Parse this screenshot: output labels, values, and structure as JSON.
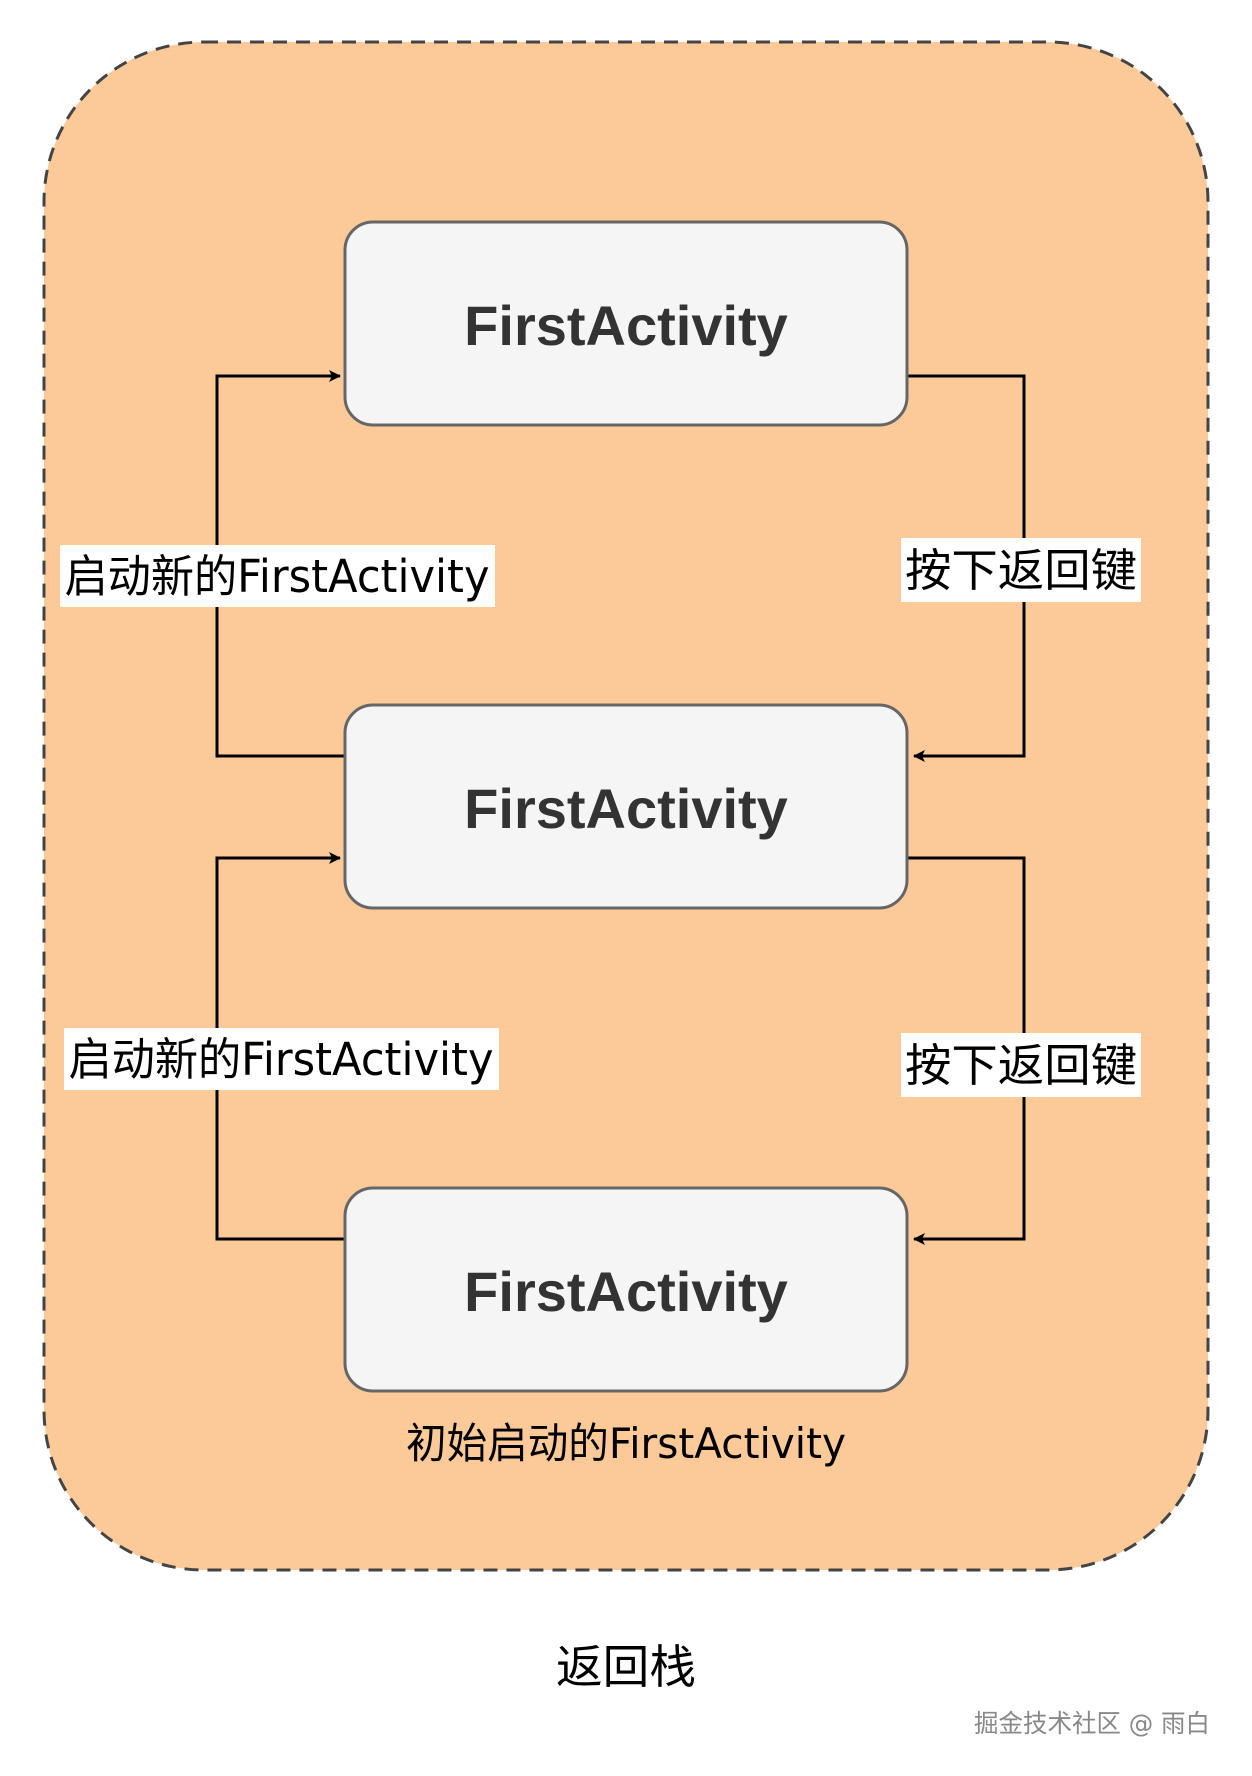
{
  "diagram": {
    "container": {
      "caption": "初始启动的FirstActivity"
    },
    "boxes": [
      {
        "label": "FirstActivity"
      },
      {
        "label": "FirstActivity"
      },
      {
        "label": "FirstActivity"
      }
    ],
    "edges": {
      "launch_upper": "启动新的FirstActivity",
      "launch_lower": "启动新的FirstActivity",
      "back_upper": "按下返回键",
      "back_lower": "按下返回键"
    },
    "title": "返回栈"
  },
  "watermark": "掘金技术社区 @ 雨白",
  "colors": {
    "container_fill": "#fcca98",
    "container_border": "#444444",
    "box_fill": "#f5f5f5",
    "box_border": "#666666",
    "box_text": "#333333",
    "edge": "#000000",
    "label_bg": "#ffffff",
    "watermark": "#888888"
  }
}
